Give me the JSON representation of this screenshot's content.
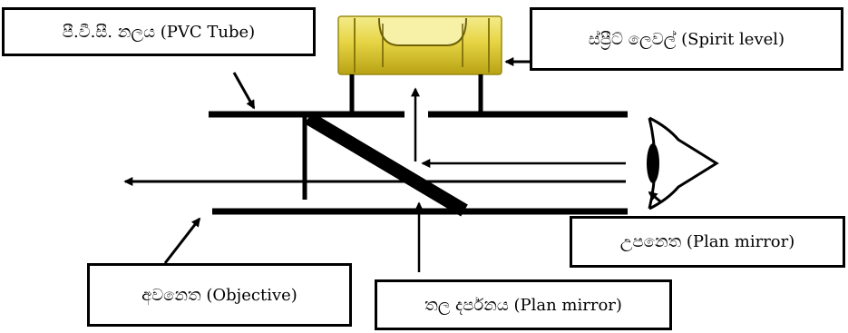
{
  "labels": {
    "pvc_tube": "පී.වී.සී. නලය (PVC Tube)",
    "spirit_level": "ස්ප්‍රීට් ලෙවල් (Spirit level)",
    "eyepiece": "උපනෙත (Plan mirror)",
    "objective": "අවනෙත (Objective)",
    "plane_mirror": "තල දර්පනය (Plan mirror)"
  },
  "colors": {
    "line": "#000000",
    "bubble_light": "#f2ea7a",
    "bubble_mid": "#e2d13a",
    "bubble_dark": "#b9a312",
    "background": "#ffffff"
  }
}
